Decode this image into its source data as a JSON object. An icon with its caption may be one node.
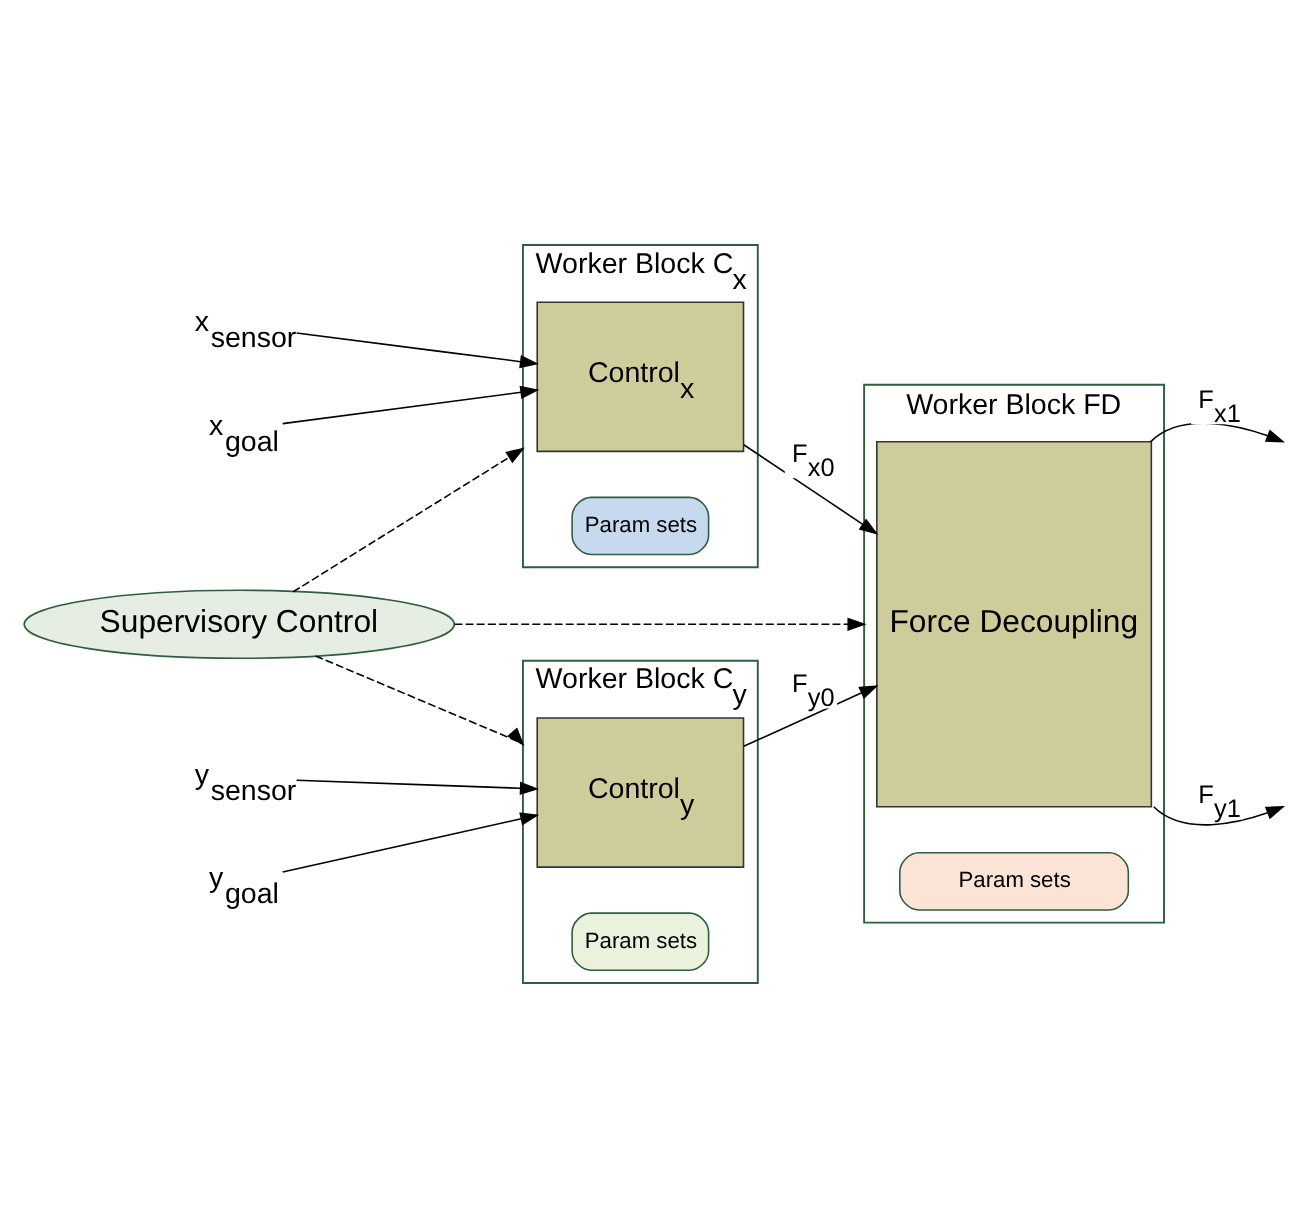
{
  "diagram": {
    "nodes": [
      {
        "text": [
          "Supervisory Control"
        ]
      },
      {
        "text": [
          "Worker Block C$_{x}$"
        ]
      },
      {
        "text": [
          "Control$_{x}$"
        ],
        "in": 1
      },
      {
        "text": [
          "Param sets"
        ],
        "in": 1
      },
      {
        "text": [
          "Worker Block C$_{y}$"
        ]
      },
      {
        "text": [
          "Control$_{y}$"
        ],
        "in": 4
      },
      {
        "text": [
          "Param sets"
        ],
        "in": 4
      },
      {
        "text": [
          "Worker Block FD"
        ]
      },
      {
        "text": [
          "Force Decoupling"
        ],
        "in": 7
      },
      {
        "text": [
          "Param sets"
        ],
        "in": 7
      },
      {
        "text": [
          "x$_{goal}$"
        ]
      },
      {
        "text": [
          "x$_{sensor}$"
        ]
      },
      {
        "text": [
          "y$_{goal}$"
        ]
      },
      {
        "text": [
          "y$_{sensor}$"
        ]
      }
    ],
    "edges": [
      {
        "from": 0,
        "to": 1,
        "arrow": "to",
        "style": "dashed"
      },
      {
        "from": 0,
        "to": 4,
        "arrow": "to",
        "style": "dashed"
      },
      {
        "from": 0,
        "to": 7,
        "arrow": "to",
        "style": "dashed"
      },
      {
        "from": 10,
        "to": 2,
        "arrow": "to"
      },
      {
        "from": 11,
        "to": 2,
        "arrow": "to"
      },
      {
        "from": 12,
        "to": 5,
        "arrow": "to"
      },
      {
        "from": 13,
        "to": 5,
        "arrow": "to"
      },
      {
        "from": 2,
        "to": 8,
        "arrow": "to",
        "label": "F$_{x0}$"
      },
      {
        "from": 5,
        "to": 8,
        "arrow": "to",
        "label": "F$_{y0}$"
      },
      {
        "from": 8,
        "to": null,
        "arrow": "to",
        "label": "F$_{x1}$"
      },
      {
        "from": 8,
        "to": null,
        "arrow": "to",
        "label": "F$_{y1}$"
      }
    ]
  }
}
